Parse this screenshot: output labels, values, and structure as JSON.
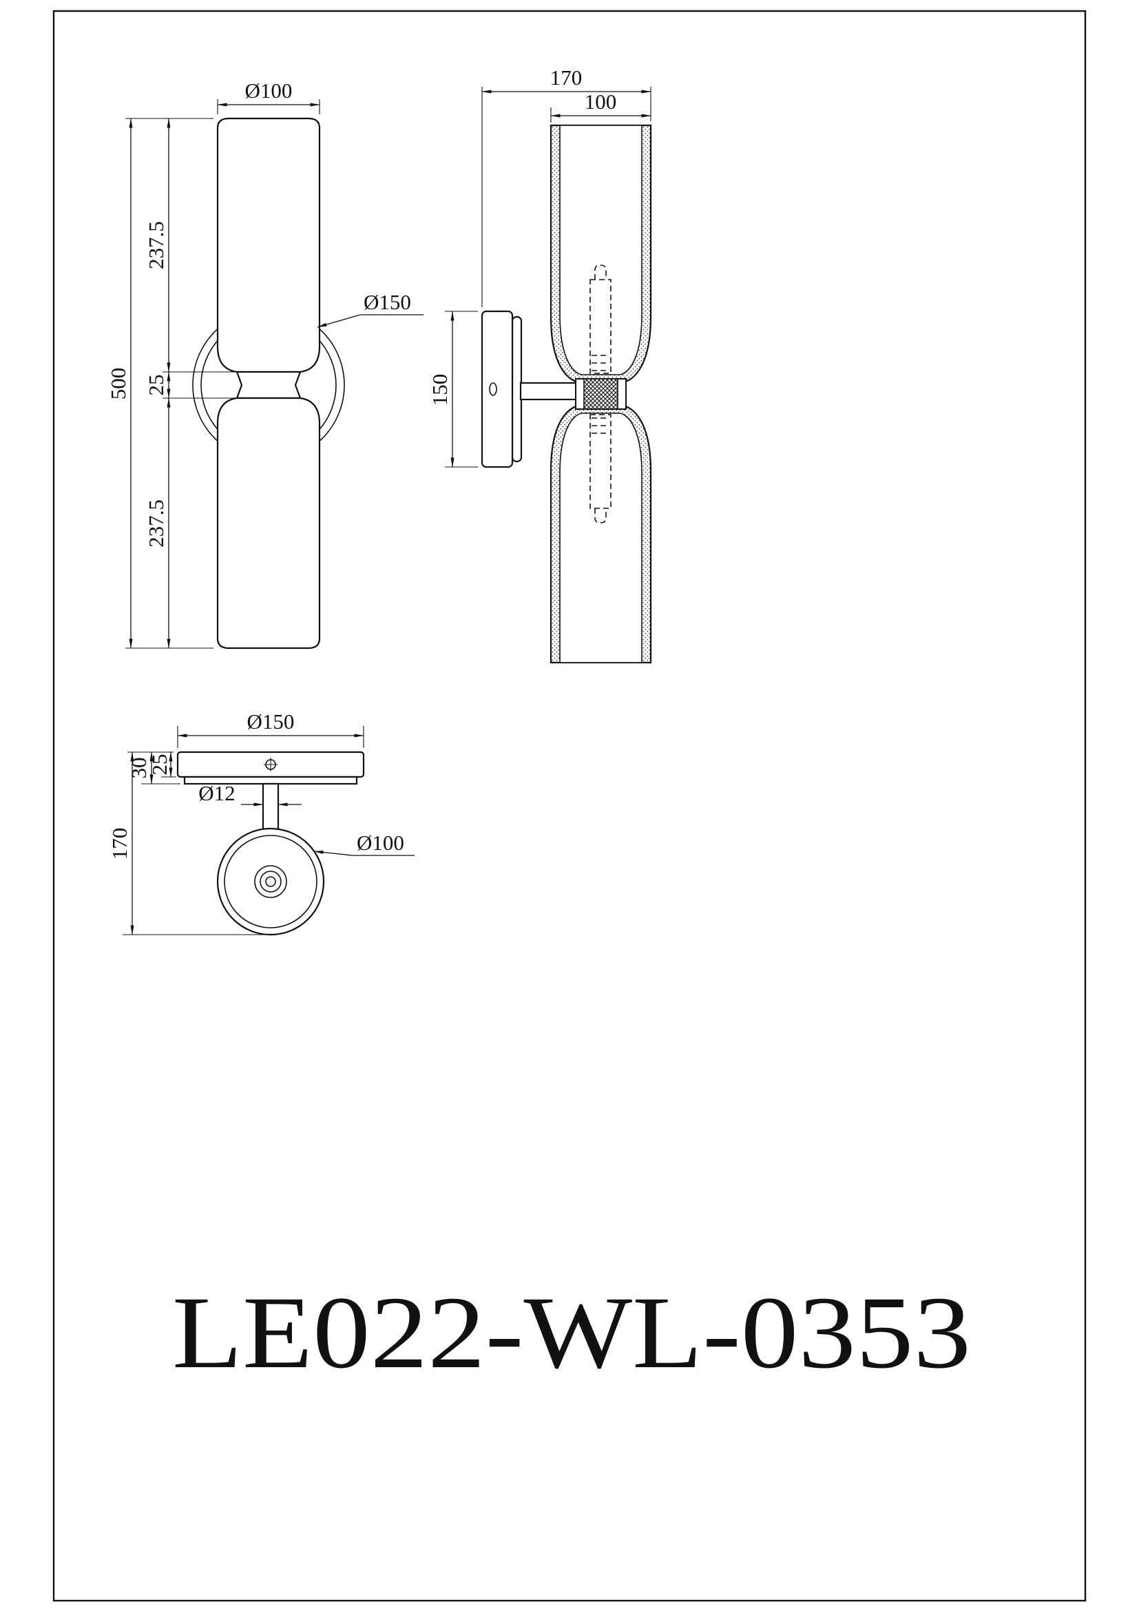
{
  "title": "LE022-WL-0353",
  "front_view": {
    "dia_top": "Ø100",
    "seg_top": "237.5",
    "seg_mid": "25",
    "seg_bottom": "237.5",
    "overall": "500",
    "ring_dia": "Ø150"
  },
  "side_view": {
    "overall_depth": "170",
    "shade_depth": "100",
    "plate_height": "150"
  },
  "top_view": {
    "plate_dia": "Ø150",
    "total_thickness": "30",
    "plate_thickness": "25",
    "stem_dia": "Ø12",
    "overall_depth": "170",
    "shade_dia": "Ø100"
  }
}
